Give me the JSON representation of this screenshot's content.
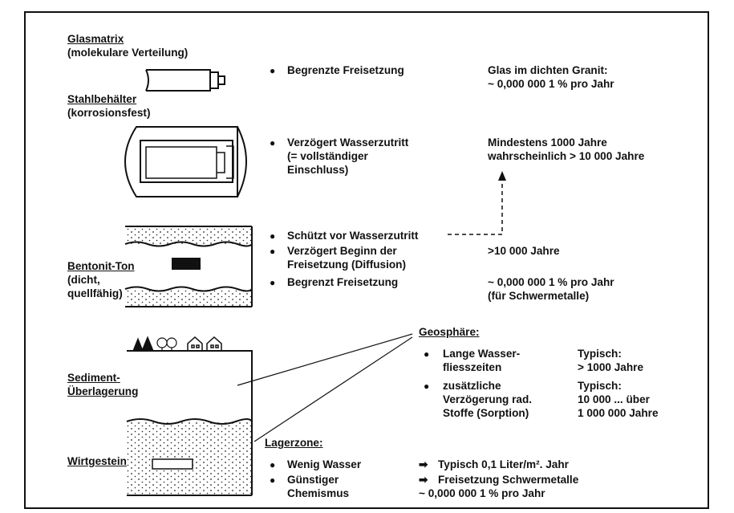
{
  "glass": {
    "title": "Glasmatrix",
    "subtitle": "(molekulare Verteilung)",
    "effect": "Begrenzte Freisetzung",
    "detail": [
      "Glas im dichten Granit:",
      "~  0,000 000 1 % pro Jahr"
    ]
  },
  "steel": {
    "title": "Stahlbehälter",
    "subtitle": "(korrosionsfest)",
    "effect": [
      "Verzögert Wasserzutritt",
      "(= vollständiger",
      "Einschluss)"
    ],
    "detail": [
      "Mindestens 1000 Jahre",
      "wahrscheinlich  > 10 000  Jahre"
    ]
  },
  "bentonite": {
    "title": "Bentonit-Ton",
    "subtitle": [
      "(dicht,",
      "quellfähig)"
    ],
    "effects": [
      "Schützt vor Wasserzutritt",
      "Verzögert Beginn der",
      "Freisetzung (Diffusion)",
      "Begrenzt Freisetzung"
    ],
    "details": [
      ">10 000  Jahre",
      "~  0,000 000 1 % pro Jahr",
      "(für Schwermetalle)"
    ]
  },
  "geosphere": {
    "title": "Geosphäre:",
    "items": [
      {
        "text": [
          "Lange Wasser-",
          "fliesszeiten"
        ],
        "value": [
          "Typisch:",
          "> 1000  Jahre"
        ]
      },
      {
        "text": [
          "zusätzliche",
          "Verzögerung rad.",
          "Stoffe (Sorption)"
        ],
        "value": [
          "Typisch:",
          "10 000 ... über",
          "1 000 000  Jahre"
        ]
      }
    ]
  },
  "layers": {
    "sediment": [
      "Sediment-",
      "Überlagerung"
    ],
    "host_rock": "Wirtgestein"
  },
  "storage_zone": {
    "title": "Lagerzone:",
    "items": [
      {
        "text": [
          "Wenig Wasser"
        ],
        "value": [
          "Typisch 0,1 Liter/m². Jahr"
        ]
      },
      {
        "text": [
          "Günstiger",
          "Chemismus"
        ],
        "value": [
          "Freisetzung Schwermetalle",
          "~  0,000 000 1 % pro Jahr"
        ]
      }
    ]
  },
  "icons": {
    "bullet": "●",
    "arrow": "➡"
  }
}
